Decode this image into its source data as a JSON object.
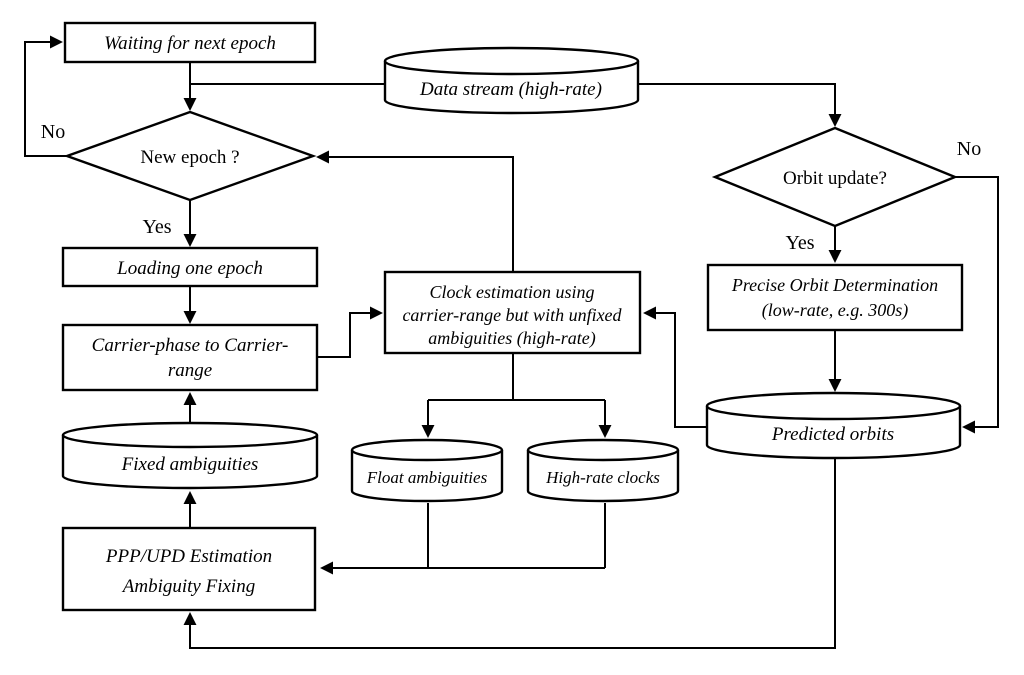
{
  "diagram": {
    "colors": {
      "stroke": "#000000",
      "background": "#ffffff",
      "shape_fill": "#ffffff"
    },
    "nodes": {
      "waiting": {
        "label": "Waiting for next epoch"
      },
      "new_epoch": {
        "label": "New epoch ?"
      },
      "data_stream": {
        "label": "Data stream (high-rate)"
      },
      "orbit_update": {
        "label": "Orbit update?"
      },
      "loading": {
        "label": "Loading one epoch"
      },
      "carrier": {
        "line1": "Carrier-phase to Carrier-",
        "line2": "range"
      },
      "clock": {
        "line1": "Clock estimation using",
        "line2": "carrier-range but with unfixed",
        "line3": "ambiguities (high-rate)"
      },
      "pod": {
        "line1": "Precise Orbit Determination",
        "line2": "(low-rate, e.g. 300s)"
      },
      "predicted_orbits": {
        "label": "Predicted orbits"
      },
      "fixed_ambiguities": {
        "label": "Fixed ambiguities"
      },
      "float_ambiguities": {
        "label": "Float ambiguities"
      },
      "high_rate_clocks": {
        "label": "High-rate clocks"
      },
      "ppp": {
        "line1": "PPP/UPD Estimation",
        "line2": "Ambiguity Fixing"
      }
    },
    "edge_labels": {
      "new_epoch_no": "No",
      "new_epoch_yes": "Yes",
      "orbit_update_no": "No",
      "orbit_update_yes": "Yes"
    }
  }
}
